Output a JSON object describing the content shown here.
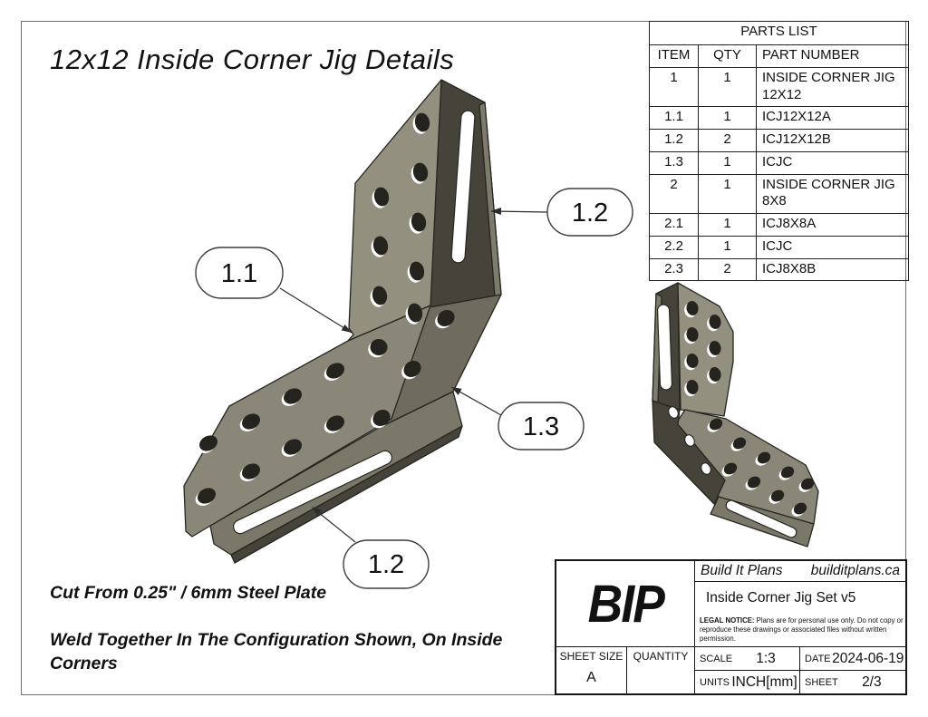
{
  "page": {
    "title": "12x12 Inside Corner Jig Details",
    "note_cut": "Cut From 0.25\" / 6mm Steel Plate",
    "note_weld": "Weld Together In The Configuration Shown, On Inside Corners"
  },
  "parts_list": {
    "title": "PARTS LIST",
    "columns": {
      "item": "ITEM",
      "qty": "QTY",
      "part_number": "PART NUMBER"
    },
    "rows": [
      {
        "item": "1",
        "qty": "1",
        "part_number": "INSIDE CORNER JIG 12X12"
      },
      {
        "item": "1.1",
        "qty": "1",
        "part_number": "ICJ12X12A"
      },
      {
        "item": "1.2",
        "qty": "2",
        "part_number": "ICJ12X12B"
      },
      {
        "item": "1.3",
        "qty": "1",
        "part_number": "ICJC"
      },
      {
        "item": "2",
        "qty": "1",
        "part_number": "INSIDE CORNER JIG 8X8"
      },
      {
        "item": "2.1",
        "qty": "1",
        "part_number": "ICJ8X8A"
      },
      {
        "item": "2.2",
        "qty": "1",
        "part_number": "ICJC"
      },
      {
        "item": "2.3",
        "qty": "2",
        "part_number": "ICJ8X8B"
      }
    ]
  },
  "callouts": [
    {
      "label": "1.1"
    },
    {
      "label": "1.2"
    },
    {
      "label": "1.3"
    },
    {
      "label": "1.2"
    }
  ],
  "title_block": {
    "logo": "BIP",
    "company": "Build It Plans",
    "website": "builditplans.ca",
    "document_title": "Inside Corner Jig Set v5",
    "legal_label": "LEGAL NOTICE:",
    "legal_text": " Plans are for personal use only. Do not copy or reproduce these drawings or associated files without written permission.",
    "sheet_size_label": "SHEET SIZE",
    "sheet_size": "A",
    "quantity_label": "QUANTITY",
    "quantity": "",
    "scale_label": "SCALE",
    "scale": "1:3",
    "date_label": "DATE",
    "date": "2024-06-19",
    "units_label": "UNITS",
    "units": "INCH[mm]",
    "sheet_label": "SHEET",
    "sheet": "2/3"
  },
  "colors": {
    "part_face_light": "#93907f",
    "part_face_mid": "#8b8778",
    "part_web": "#6f6b5e",
    "part_side_dark": "#45433a",
    "part_edge_light": "#7e7a6c",
    "part_strip": "#7c7869",
    "hole_dark": "#24231e",
    "outline": "#26251f"
  }
}
